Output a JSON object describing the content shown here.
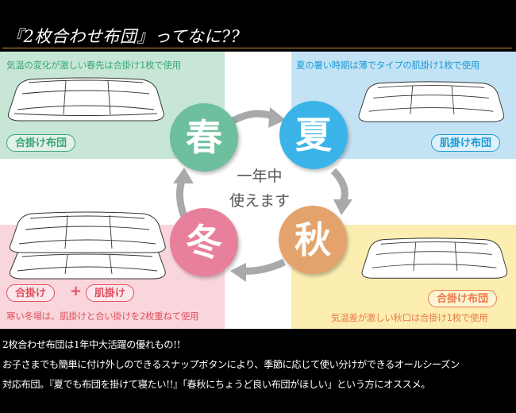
{
  "header": {
    "title": "『2枚合わせ布団』ってなに??"
  },
  "colors": {
    "spring": "#6dbf9d",
    "summer": "#3ab4e8",
    "autumn": "#e4a36d",
    "winter": "#e9809b",
    "spring_text": "#3aa777",
    "summer_text": "#1a9ad6",
    "autumn_text": "#ec7a4a",
    "winter_text": "#e0505f",
    "rule": "#c8953a"
  },
  "seasons": {
    "spring": {
      "char": "春",
      "caption": "気温の変化が激しい春先は合掛け1枚で使用",
      "badge": "合掛け布団"
    },
    "summer": {
      "char": "夏",
      "caption": "夏の暑い時期は薄でタイプの肌掛け1枚で使用",
      "badge": "肌掛け布団"
    },
    "autumn": {
      "char": "秋",
      "caption": "気温差が激しい秋口は合掛け1枚で使用",
      "badge": "合掛け布団"
    },
    "winter": {
      "char": "冬",
      "caption": "寒い冬場は、肌掛けと合い掛けを2枚重ねて使用",
      "badge_a": "合掛け",
      "plus": "+",
      "badge_b": "肌掛け"
    }
  },
  "center": {
    "line1": "一年中",
    "line2": "使えます"
  },
  "footer": {
    "line1": "2枚合わせ布団は1年中大活躍の優れもの!!",
    "line2": "お子さまでも簡単に付け外しのできるスナップボタンにより、季節に応じて使い分けができるオールシーズン",
    "line3": "対応布団。『夏でも布団を掛けて寝たい!!』「春秋にちょうど良い布団がほしい」という方にオススメ。"
  }
}
